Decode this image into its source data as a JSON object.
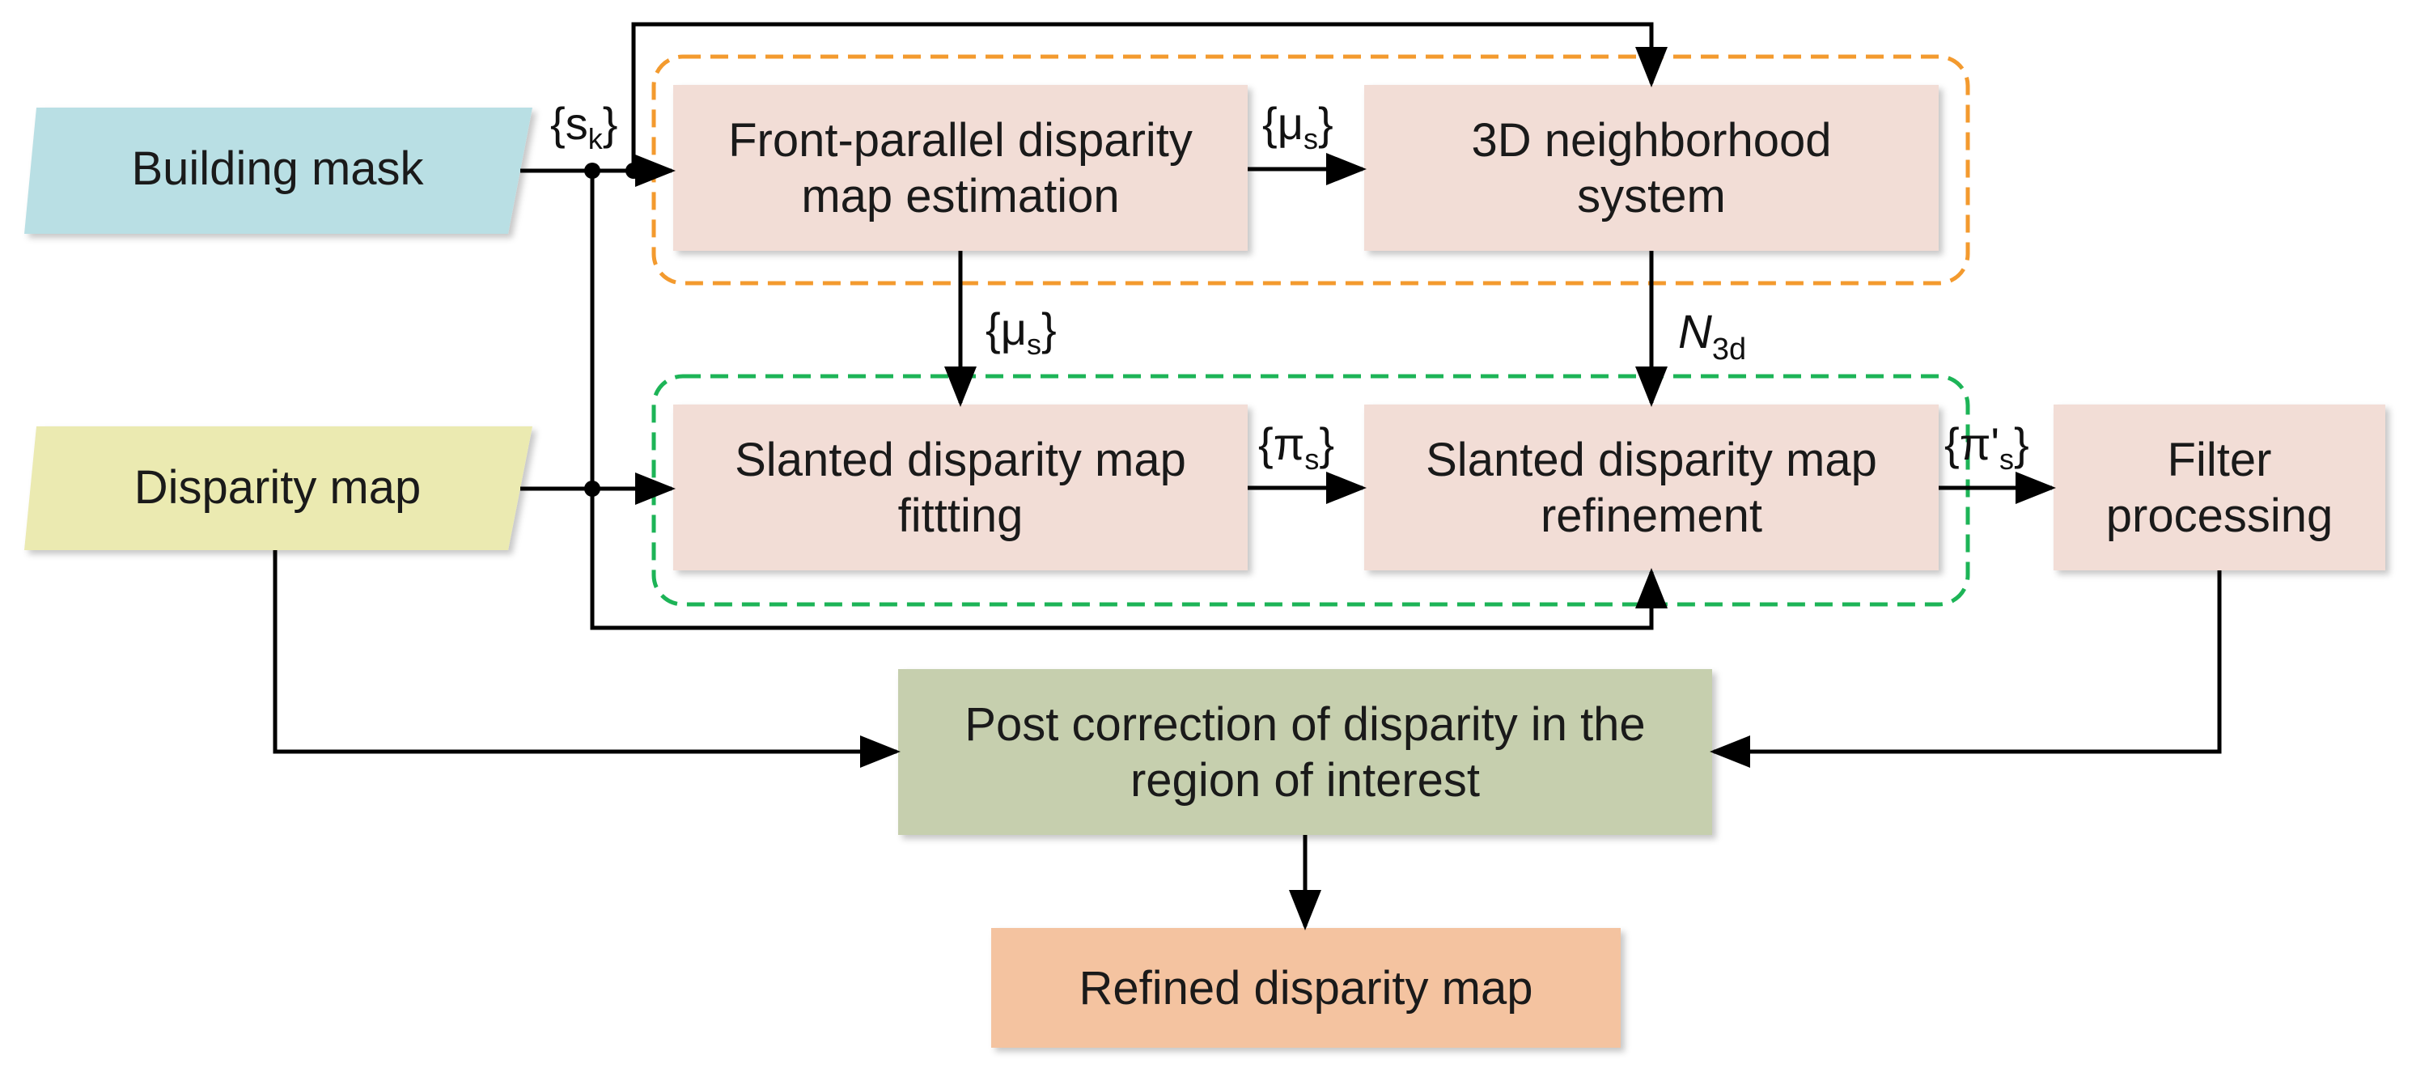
{
  "colors": {
    "input_building": "#b9dfe4",
    "input_disparity": "#ebeab1",
    "process": "#f2ddd6",
    "post": "#c6cfae",
    "output": "#f4c3a0",
    "group_orange": "#f39a2e",
    "group_green": "#1db457",
    "line": "#000000"
  },
  "nodes": {
    "building_mask": "Building mask",
    "disparity_map": "Disparity map",
    "front_parallel": {
      "line1": "Front-parallel disparity",
      "line2": "map estimation"
    },
    "neighborhood": {
      "line1": "3D neighborhood",
      "line2": "system"
    },
    "slanted_fitting": {
      "line1": "Slanted disparity map",
      "line2": "fittting"
    },
    "slanted_refinement": {
      "line1": "Slanted disparity map",
      "line2": "refinement"
    },
    "filter": {
      "line1": "Filter",
      "line2": "processing"
    },
    "post_correction": {
      "line1": "Post correction of disparity in the",
      "line2": "region of interest"
    },
    "refined": "Refined disparity map"
  },
  "edge_labels": {
    "sk": {
      "open": "{",
      "main": "s",
      "sub": "k",
      "close": "}"
    },
    "mu_top": {
      "open": "{",
      "main": "μ",
      "sub": "s",
      "close": "}"
    },
    "mu_down": {
      "open": "{",
      "main": "μ",
      "sub": "s",
      "close": "}"
    },
    "n3d": {
      "main": "N",
      "sub": "3d"
    },
    "pi": {
      "open": "{",
      "main": "π",
      "sub": "s",
      "close": "}"
    },
    "pi_prime": {
      "open": "{",
      "main": "π'",
      "sub": "s",
      "close": "}"
    }
  }
}
